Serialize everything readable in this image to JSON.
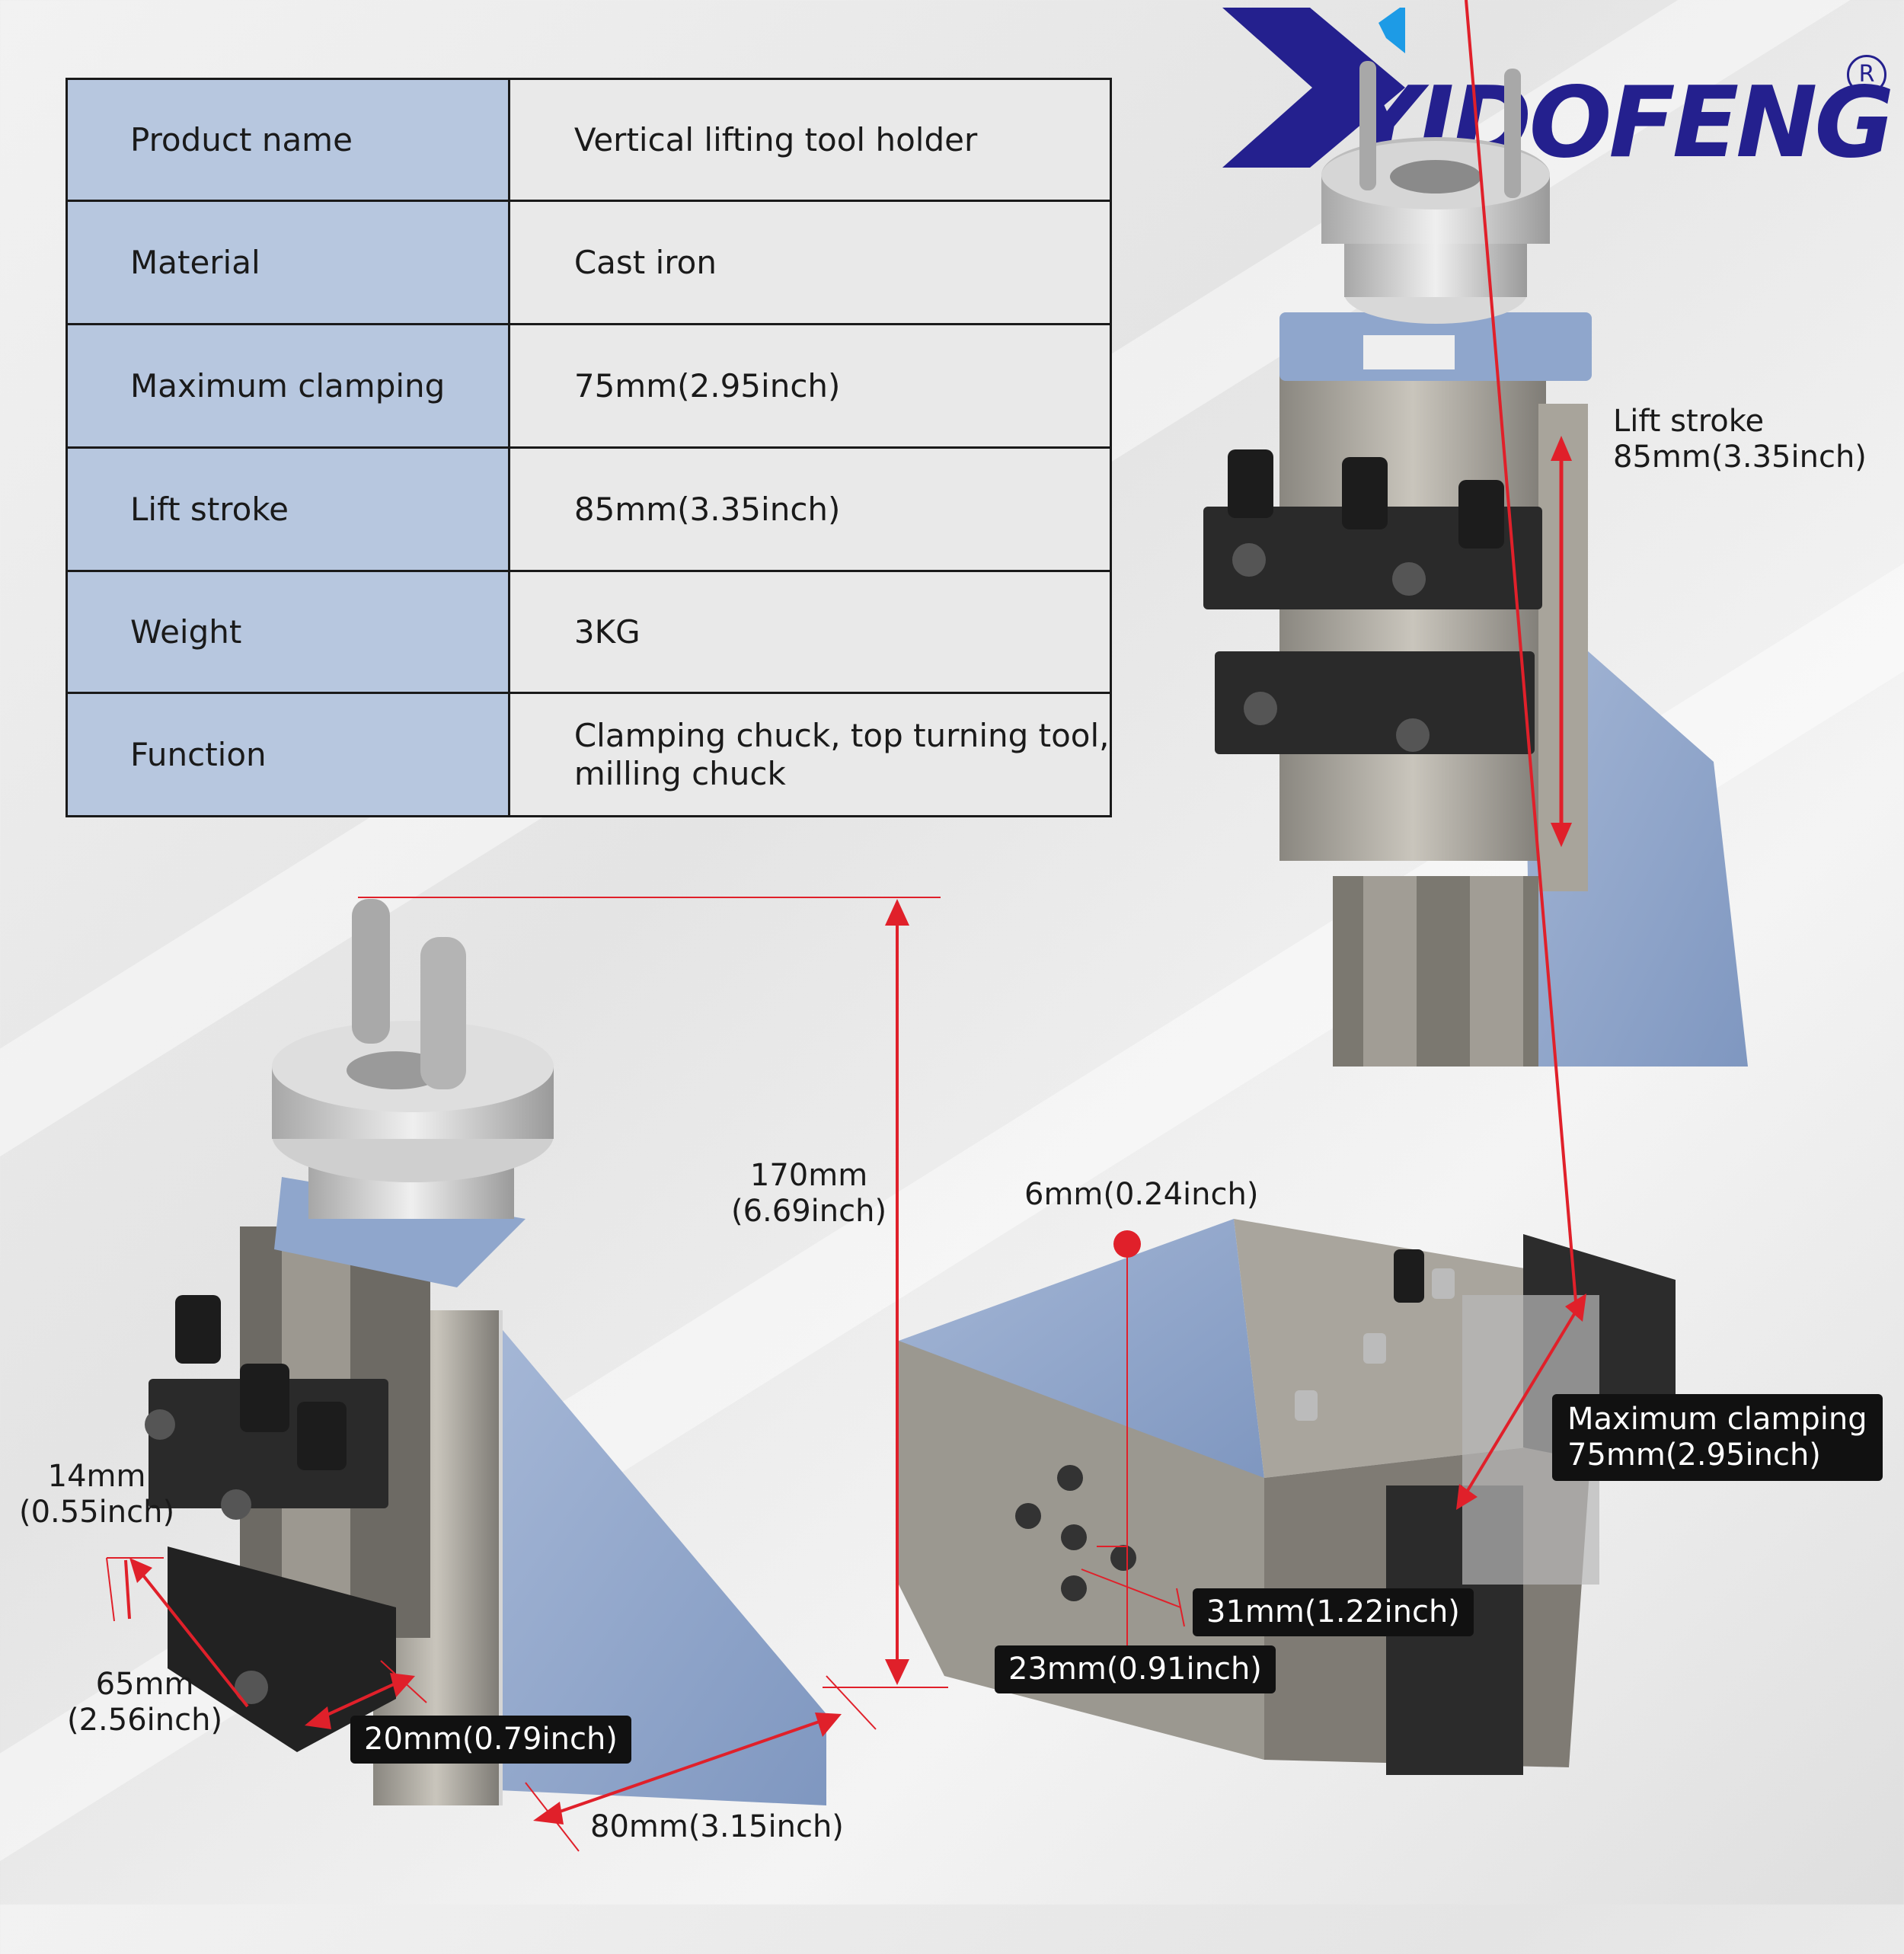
{
  "brand": {
    "logo_text": "YIDOFENG",
    "registered_mark": "R"
  },
  "specs": [
    {
      "label": "Product name",
      "value": "Vertical lifting tool holder"
    },
    {
      "label": "Material",
      "value": "Cast iron"
    },
    {
      "label": "Maximum clamping",
      "value": "75mm(2.95inch)"
    },
    {
      "label": "Lift stroke",
      "value": "85mm(3.35inch)"
    },
    {
      "label": "Weight",
      "value": "3KG"
    },
    {
      "label": "Function",
      "value": "Clamping chuck, top turning tool, milling chuck"
    }
  ],
  "callouts": {
    "lift_stroke_title": "Lift stroke",
    "lift_stroke_value": "85mm(3.35inch)",
    "height_value": "170mm",
    "height_inch": "(6.69inch)",
    "hole_value": "6mm(0.24inch)",
    "slot_value": "14mm",
    "slot_inch": "(0.55inch)",
    "depth_value": "65mm",
    "depth_inch": "(2.56inch)",
    "width_small": "20mm(0.79inch)",
    "base_width": "80mm(3.15inch)",
    "max_clamp_title": "Maximum clamping",
    "max_clamp_value": "75mm(2.95inch)",
    "hole_spacing_h": "31mm(1.22inch)",
    "hole_spacing_v": "23mm(0.91inch)"
  },
  "colors": {
    "table_key_bg": "#b7c7df",
    "table_value_bg": "#e9e9e9",
    "brand_blue": "#24208e",
    "dimension_red": "#e0202a",
    "body_blue": "#8fa6cc"
  }
}
